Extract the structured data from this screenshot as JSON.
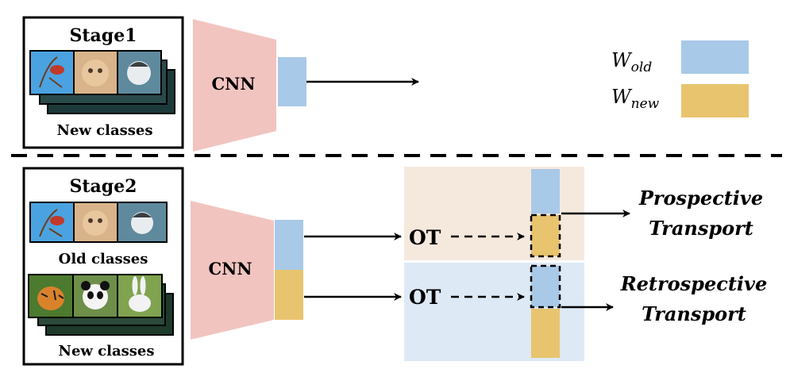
{
  "stage1": {
    "title": "Stage1",
    "images_caption": "New classes",
    "network_label": "CNN"
  },
  "stage2": {
    "title": "Stage2",
    "old_caption": "Old classes",
    "new_caption": "New classes",
    "network_label": "CNN",
    "ot_label_top": "OT",
    "ot_label_bottom": "OT",
    "prospective_line1": "Prospective",
    "prospective_line2": "Transport",
    "retrospective_line1": "Retrospective",
    "retrospective_line2": "Transport"
  },
  "legend": {
    "w_old_base": "W",
    "w_old_sub": "old",
    "w_new_base": "W",
    "w_new_sub": "new"
  },
  "colors": {
    "w_old": "#a9c9e8",
    "w_new": "#e8c46e",
    "cnn": "#f2c4c0",
    "prospective_bg": "#f5e9de",
    "retrospective_bg": "#dde9f5"
  },
  "icons": {
    "old_images": [
      "bird-image",
      "cat-image",
      "husky-image"
    ],
    "new_images": [
      "tiger-image",
      "panda-image",
      "rabbit-image"
    ]
  }
}
